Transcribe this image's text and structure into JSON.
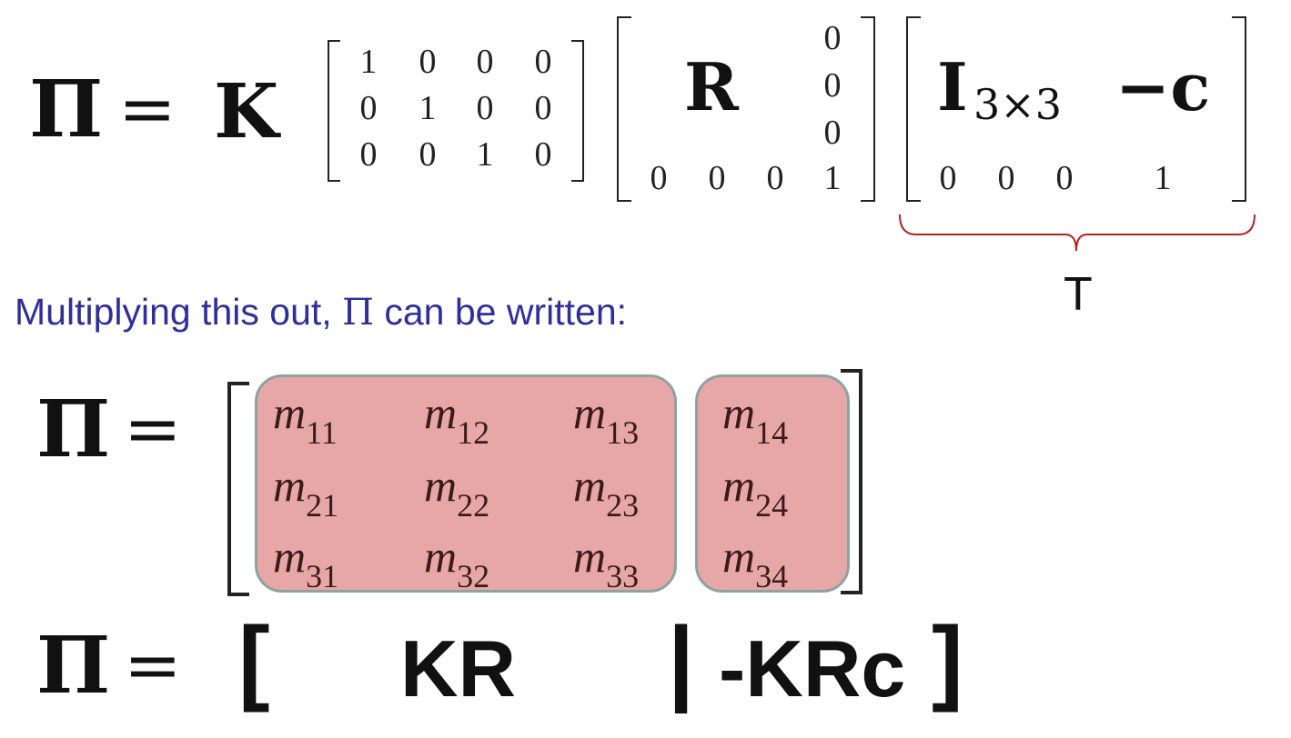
{
  "eq1": {
    "lhs": "Π",
    "eq": "=",
    "K": "K",
    "proj_matrix": [
      [
        "1",
        "0",
        "0",
        "0"
      ],
      [
        "0",
        "1",
        "0",
        "0"
      ],
      [
        "0",
        "0",
        "1",
        "0"
      ]
    ],
    "R": "R",
    "r_col": [
      "0",
      "0",
      "0"
    ],
    "r_bottom": [
      "0",
      "0",
      "0",
      "1"
    ],
    "I": "I",
    "I_sub": "3×3",
    "neg_c": "−c",
    "t_bottom": [
      "0",
      "0",
      "0",
      "1"
    ],
    "brace_label": "T",
    "brace_color": "#b22222"
  },
  "caption": {
    "prefix": "Multiplying this out,",
    "symbol": "Π",
    "suffix": "can be written:",
    "color": "#2f2f9a"
  },
  "eq2": {
    "lhs": "Π",
    "eq": "=",
    "cells": [
      [
        "11",
        "12",
        "13",
        "14"
      ],
      [
        "21",
        "22",
        "23",
        "24"
      ],
      [
        "31",
        "32",
        "33",
        "34"
      ]
    ],
    "var": "m",
    "box_fill": "#e8a7a7",
    "box_border": "#8ea2a0"
  },
  "eq3": {
    "lhs": "Π",
    "eq": "=",
    "open": "[",
    "left": "KR",
    "sep": "|",
    "right": "-KRc",
    "close": "]"
  }
}
